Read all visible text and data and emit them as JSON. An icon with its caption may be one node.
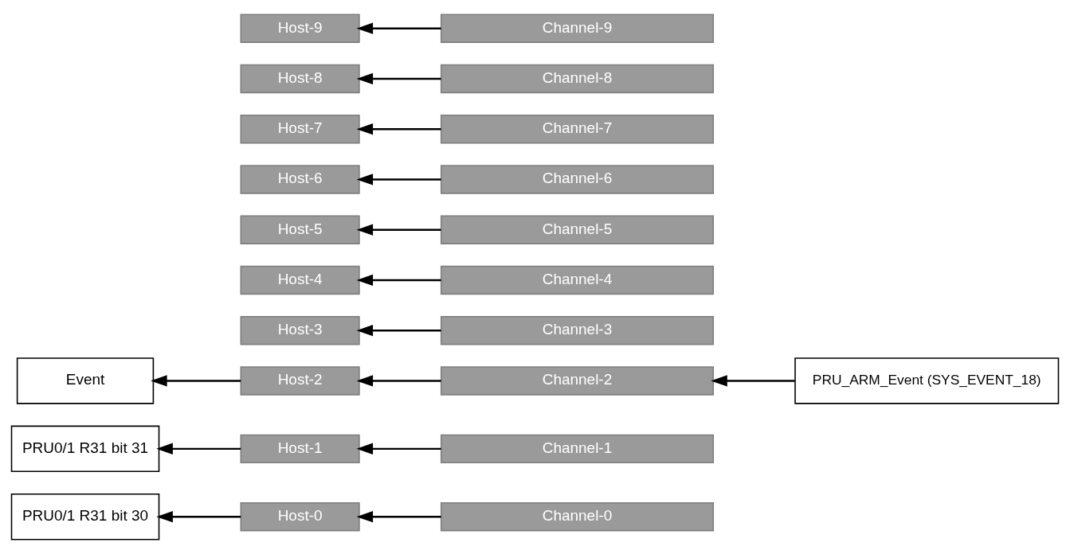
{
  "diagram": {
    "nodes": [
      {
        "text": [
          "PRU0/1 R31 bit 30"
        ]
      },
      {
        "text": [
          "Host-0"
        ]
      },
      {
        "text": [
          "Channel-0"
        ]
      },
      {
        "text": [
          "PRU0/1 R31 bit 31"
        ]
      },
      {
        "text": [
          "Host-1"
        ]
      },
      {
        "text": [
          "Channel-1"
        ]
      },
      {
        "text": [
          "Event"
        ]
      },
      {
        "text": [
          "Host-2"
        ]
      },
      {
        "text": [
          "Channel-2"
        ]
      },
      {
        "text": [
          "PRU_ARM_Event (SYS_EVENT_18)"
        ]
      },
      {
        "text": [
          "Host-3"
        ]
      },
      {
        "text": [
          "Channel-3"
        ]
      },
      {
        "text": [
          "Host-4"
        ]
      },
      {
        "text": [
          "Channel-4"
        ]
      },
      {
        "text": [
          "Host-5"
        ]
      },
      {
        "text": [
          "Channel-5"
        ]
      },
      {
        "text": [
          "Host-6"
        ]
      },
      {
        "text": [
          "Channel-6"
        ]
      },
      {
        "text": [
          "Host-7"
        ]
      },
      {
        "text": [
          "Channel-7"
        ]
      },
      {
        "text": [
          "Host-8"
        ]
      },
      {
        "text": [
          "Channel-8"
        ]
      },
      {
        "text": [
          "Host-9"
        ]
      },
      {
        "text": [
          "Channel-9"
        ]
      }
    ],
    "edges": [
      {
        "from": 1,
        "to": 0,
        "arrow": "to"
      },
      {
        "from": 2,
        "to": 1,
        "arrow": "to"
      },
      {
        "from": 4,
        "to": 3,
        "arrow": "to"
      },
      {
        "from": 5,
        "to": 4,
        "arrow": "to"
      },
      {
        "from": 7,
        "to": 6,
        "arrow": "to"
      },
      {
        "from": 8,
        "to": 7,
        "arrow": "to"
      },
      {
        "from": 9,
        "to": 8,
        "arrow": "to"
      },
      {
        "from": 11,
        "to": 10,
        "arrow": "to"
      },
      {
        "from": 13,
        "to": 12,
        "arrow": "to"
      },
      {
        "from": 15,
        "to": 14,
        "arrow": "to"
      },
      {
        "from": 17,
        "to": 16,
        "arrow": "to"
      },
      {
        "from": 19,
        "to": 18,
        "arrow": "to"
      },
      {
        "from": 21,
        "to": 20,
        "arrow": "to"
      },
      {
        "from": 23,
        "to": 22,
        "arrow": "to"
      }
    ]
  }
}
